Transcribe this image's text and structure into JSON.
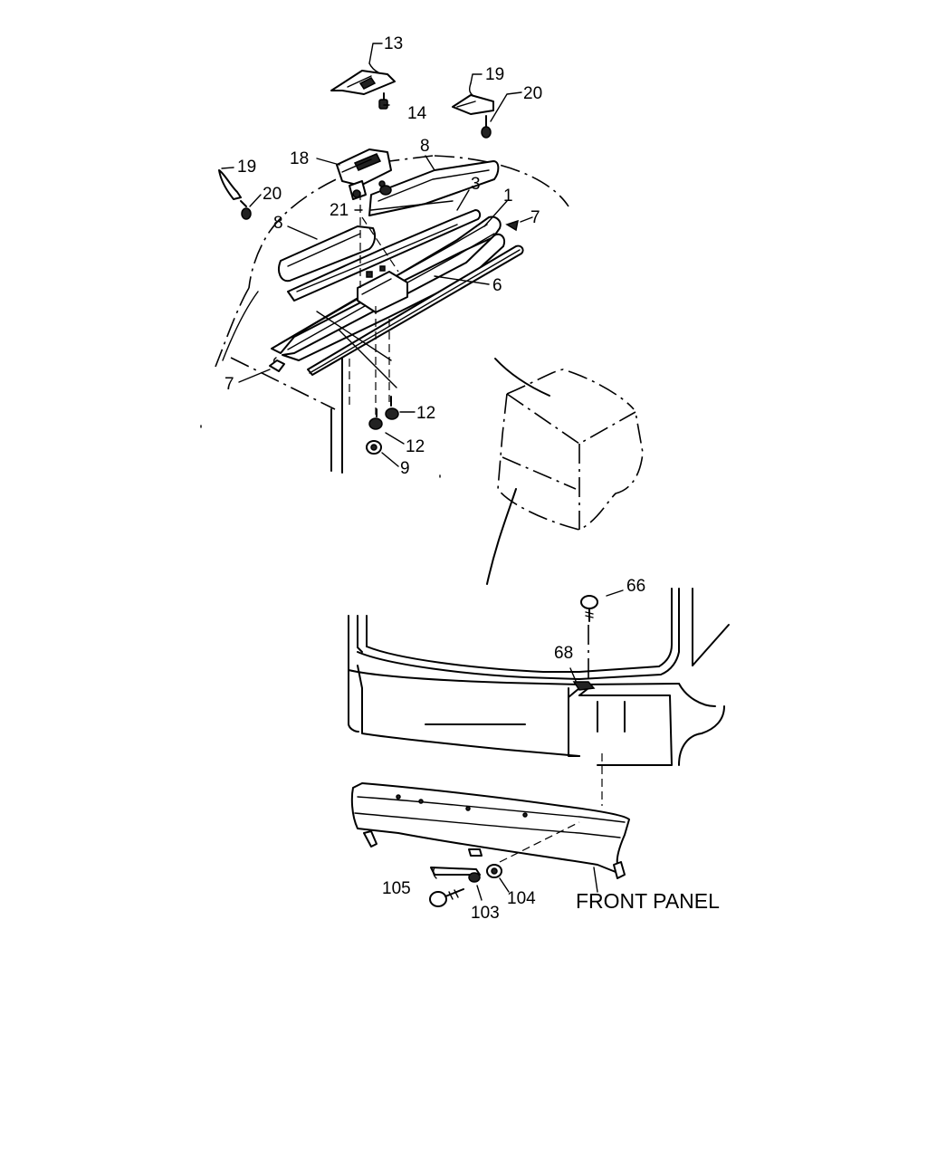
{
  "labels": {
    "l13": "13",
    "l14": "14",
    "l19a": "19",
    "l20a": "20",
    "l18": "18",
    "l8a": "8",
    "l19b": "19",
    "l20b": "20",
    "l21": "21",
    "l3": "3",
    "l1": "1",
    "l7a": "7",
    "l8b": "8",
    "l6": "6",
    "l7b": "7",
    "l12a": "12",
    "l12b": "12",
    "l9": "9",
    "l66": "66",
    "l68": "68",
    "l105": "105",
    "l103": "103",
    "l104": "104",
    "front_panel": "FRONT PANEL"
  }
}
